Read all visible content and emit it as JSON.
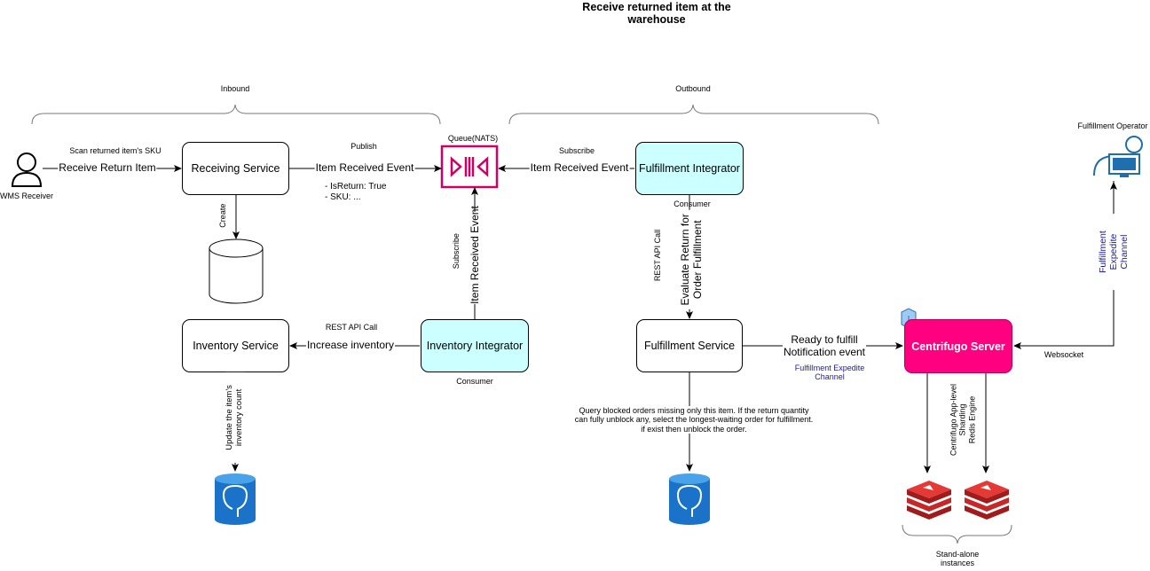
{
  "title_line1": "Receive returned item at the",
  "title_line2": "warehouse",
  "inbound_label": "Inbound",
  "outbound_label": "Outbound",
  "wms_receiver": "WMS Receiver",
  "scan_label": "Scan returned item's SKU",
  "receive_return_item": "Receive Return Item",
  "receiving_service": "Receiving Service",
  "publish_label": "Publish",
  "item_received_event": "Item Received Event",
  "event_attr_1": "- IsReturn: True",
  "event_attr_2": "- SKU: ...",
  "queue_label": "Queue(NATS)",
  "subscribe_label": "Subscribe",
  "fulfillment_integrator": "Fulfillment Integrator",
  "consumer_label": "Consumer",
  "create_label": "Create",
  "inventory_service": "Inventory Service",
  "rest_api_call": "REST API Call",
  "increase_inventory": "Increase inventory",
  "inventory_integrator": "Inventory Integrator",
  "update_inventory_1": "Update the item's",
  "update_inventory_2": "inventory count",
  "evaluate_return_1": "Evaluate Return for",
  "evaluate_return_2": "Order Fulfillment",
  "fulfillment_service": "Fulfillment Service",
  "query_text_1": "Query blocked orders missing only this item. If the return quantity",
  "query_text_2": "can fully unblock any, select the longest-waiting order for fulfillment.",
  "query_text_3": "if exist then unblock the order.",
  "ready_to_fulfill_1": "Ready to fulfill",
  "ready_to_fulfill_2": "Notification event",
  "expedite_channel_1": "Fulfillment Expedite",
  "expedite_channel_2": "Channel",
  "centrifugo_server": "Centrifugo Server",
  "websocket_label": "Websocket",
  "fulfillment_operator": "Fulfillment Operator",
  "expedite_vertical_1": "Fulfillment",
  "expedite_vertical_2": "Expedite",
  "expedite_vertical_3": "Channel",
  "centrifugo_sharding_1": "Centrifugo App-level",
  "centrifugo_sharding_2": "Sharding",
  "centrifugo_sharding_3": "Redis Engine",
  "standalone_1": "Stand-alone",
  "standalone_2": "instances",
  "colors": {
    "queue": "#cc0066",
    "centrifugo": "#ff0080",
    "postgres": "#1a73c8",
    "redis": "#c62828",
    "integrator_fill": "#ccffff",
    "channel_text": "#1a1aa6",
    "operator_icon": "#1f6fae"
  }
}
